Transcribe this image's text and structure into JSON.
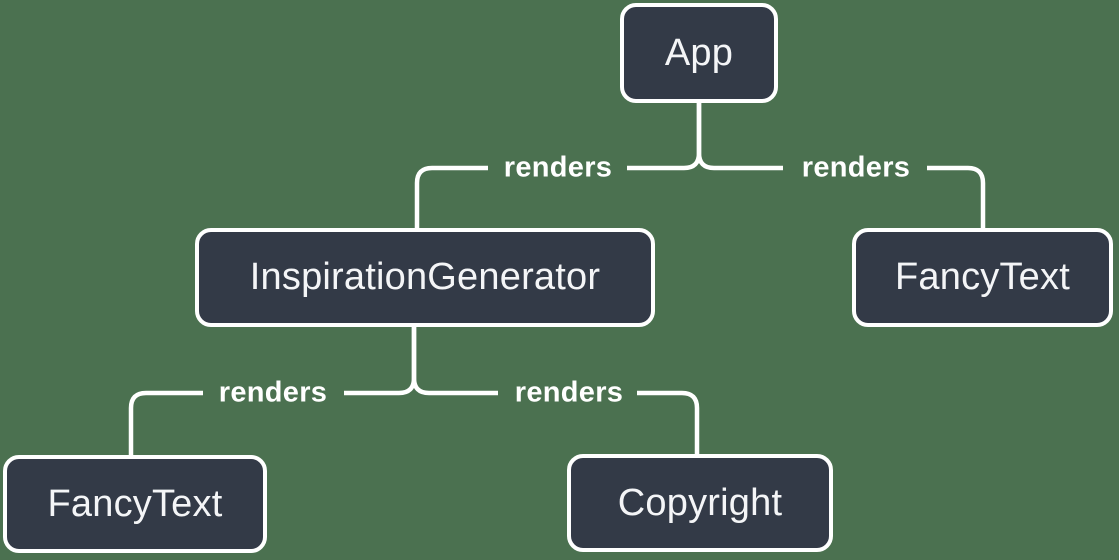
{
  "colors": {
    "background": "#4B7150",
    "node_fill": "#333A47",
    "node_border": "#FFFFFF",
    "node_text": "#F4F5F7",
    "line": "#FFFFFF",
    "edge_label_text": "#FFFFFF"
  },
  "diagram": {
    "type": "component-render-tree",
    "nodes": [
      {
        "id": "app",
        "label": "App"
      },
      {
        "id": "inspiration-generator",
        "label": "InspirationGenerator"
      },
      {
        "id": "fancy-text-top",
        "label": "FancyText"
      },
      {
        "id": "fancy-text-bottom",
        "label": "FancyText"
      },
      {
        "id": "copyright",
        "label": "Copyright"
      }
    ],
    "edges": [
      {
        "from": "App",
        "to": "InspirationGenerator",
        "label": "renders"
      },
      {
        "from": "App",
        "to": "FancyText",
        "label": "renders"
      },
      {
        "from": "InspirationGenerator",
        "to": "FancyText",
        "label": "renders"
      },
      {
        "from": "InspirationGenerator",
        "to": "Copyright",
        "label": "renders"
      }
    ]
  }
}
